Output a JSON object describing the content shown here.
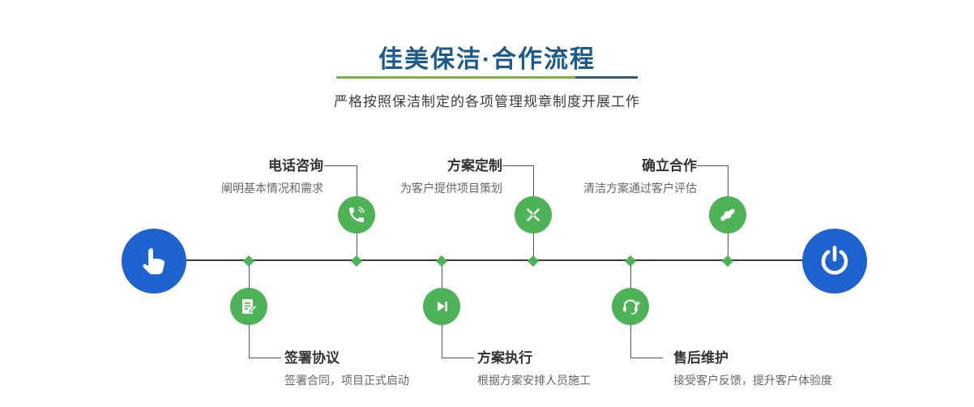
{
  "header": {
    "title": "佳美保洁·合作流程",
    "subtitle": "严格按照保洁制定的各项管理规章制度开展工作"
  },
  "colors": {
    "title_blue": "#1b5a8c",
    "underline_green": "#7cb53c",
    "underline_blue": "#2e5d7d",
    "step_green": "#4db356",
    "endpoint_blue": "#1e62cf",
    "line_dark": "#3b3b3b",
    "step_title_text": "#333333",
    "step_desc_text": "#666666"
  },
  "timeline": {
    "start_icon": "hand-pointer-icon",
    "end_icon": "power-icon"
  },
  "steps": {
    "top": [
      {
        "title": "电话咨询",
        "desc": "阐明基本情况和需求",
        "icon": "phone-icon"
      },
      {
        "title": "方案定制",
        "desc": "为客户提供项目策划",
        "icon": "design-pens-icon"
      },
      {
        "title": "确立合作",
        "desc": "清洁方案通过客户评估",
        "icon": "handshake-icon"
      }
    ],
    "bottom": [
      {
        "title": "签署协议",
        "desc": "签署合同，项目正式启动",
        "icon": "contract-icon"
      },
      {
        "title": "方案执行",
        "desc": "根据方案安排人员施工",
        "icon": "play-next-icon"
      },
      {
        "title": "售后维护",
        "desc": "接受客户反馈，提升客户体验度",
        "icon": "headset-plus-icon"
      }
    ]
  }
}
